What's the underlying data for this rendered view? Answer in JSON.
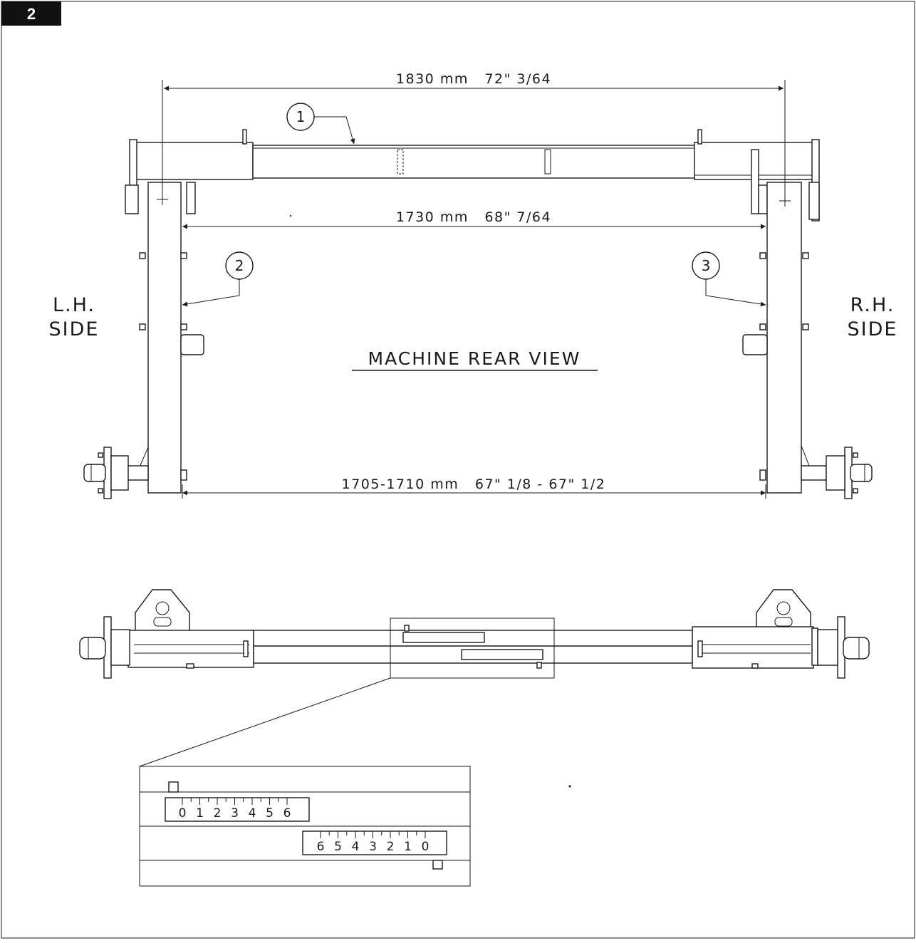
{
  "page": {
    "step_number": "2"
  },
  "rear_view": {
    "title": "MACHINE REAR VIEW",
    "left_side_label": [
      "L.H.",
      "SIDE"
    ],
    "right_side_label": [
      "R.H.",
      "SIDE"
    ],
    "dimensions": {
      "overall": "1830 mm   72\" 3/64",
      "inner": "1730 mm   68\" 7/64",
      "bottom": "1705-1710 mm   67\" 1/8 - 67\" 1/2"
    },
    "callouts": [
      "1",
      "2",
      "3"
    ]
  },
  "detail_scales": {
    "upper": [
      "0",
      "1",
      "2",
      "3",
      "4",
      "5",
      "6"
    ],
    "lower": [
      "6",
      "5",
      "4",
      "3",
      "2",
      "1",
      "0"
    ]
  },
  "colors": {
    "line": "#1a1a1a",
    "badge": "#111111",
    "paper": "#ffffff"
  }
}
